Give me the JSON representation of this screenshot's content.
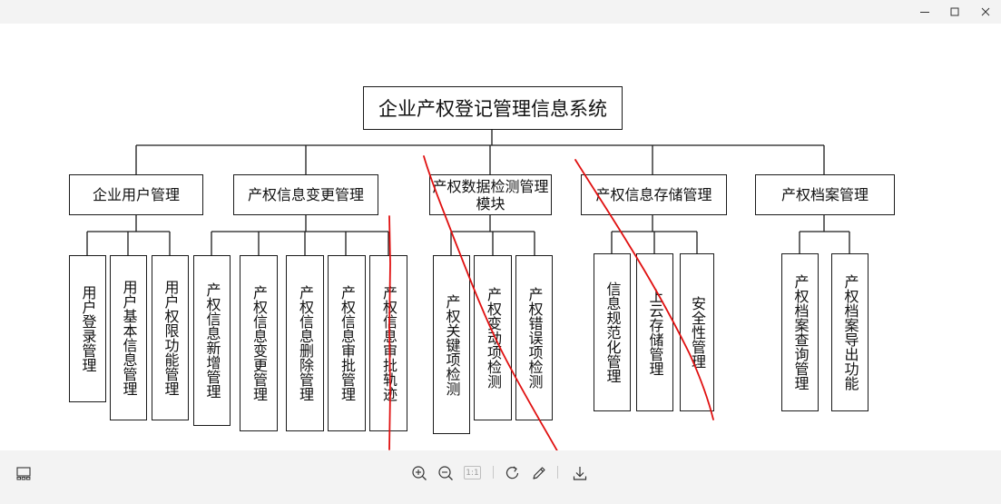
{
  "window": {
    "controls": [
      "minimize",
      "maximize",
      "close"
    ]
  },
  "diagram": {
    "root": "企业产权登记管理信息系统",
    "modules": [
      {
        "label": "企业用户管理",
        "children": [
          "用户登录管理",
          "用户基本信息管理",
          "用户权限功能管理"
        ]
      },
      {
        "label": "产权信息变更管理",
        "children": [
          "产权信息新增管理",
          "产权信息变更管理",
          "产权信息删除管理",
          "产权信息审批管理",
          "产权信息审批轨迹"
        ]
      },
      {
        "label": "产权数据检测管理模块",
        "children": [
          "产权关键项检测",
          "产权变动项检测",
          "产权错误项检测"
        ]
      },
      {
        "label": "产权信息存储管理",
        "children": [
          "信息规范化管理",
          "上云存储管理",
          "安全性管理"
        ]
      },
      {
        "label": "产权档案管理",
        "children": [
          "产权档案查询管理",
          "产权档案导出功能"
        ]
      }
    ],
    "annotation_color": "#e01010"
  },
  "toolbar": {
    "page_indicator": "1:1",
    "icons": [
      "thumbnail-icon",
      "zoom-in-icon",
      "zoom-out-icon",
      "actual-size-icon",
      "rotate-icon",
      "edit-pen-icon",
      "download-icon"
    ]
  }
}
